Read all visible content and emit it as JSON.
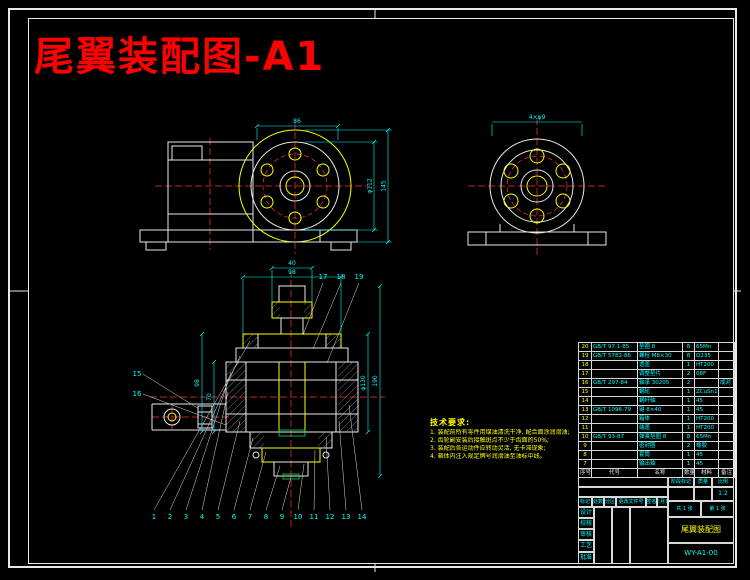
{
  "meta": {
    "title": "尾翼装配图-A1"
  },
  "colors": {
    "background": "#000000",
    "line_white": "#e8e8e8",
    "line_yellow": "#ffff00",
    "line_cyan": "#00ffff",
    "line_red": "#ff3333",
    "line_green": "#00e050",
    "title_red": "#ff0000"
  },
  "tech": {
    "heading": "技术要求:",
    "items": [
      "1. 装配前所有零件用煤油清洗干净, 配合面涂润滑油;",
      "2. 齿轮副安装后接触斑点不少于齿面的50%;",
      "3. 装配后各运动件应转动灵活, 无卡滞现象;",
      "4. 箱体内注入规定牌号润滑油至油标中线。"
    ]
  },
  "dims": {
    "front_right_inner": "φ112",
    "front_right_outer": "145",
    "front_top": "86",
    "side_top": "4×φ9",
    "sec_top_outer": "98",
    "sec_top_inner": "40",
    "sec_left_outer": "98",
    "sec_left_inner": "70",
    "sec_right_inner": "φ130",
    "sec_right_outer": "190"
  },
  "callouts": {
    "bottom": [
      "1",
      "2",
      "3",
      "4",
      "5",
      "6",
      "7",
      "8",
      "9",
      "10",
      "11",
      "12",
      "13",
      "14"
    ],
    "left": [
      "15",
      "16"
    ],
    "top": [
      "17",
      "18",
      "19"
    ]
  },
  "bom": {
    "headers": [
      "序号",
      "代号",
      "名称",
      "数量",
      "材料",
      "备注"
    ],
    "rows": [
      [
        "20",
        "GB/T 97.1-85",
        "垫圈 8",
        "8",
        "65Mn",
        ""
      ],
      [
        "19",
        "GB/T 5782-86",
        "螺栓 M8×30",
        "8",
        "Q235",
        ""
      ],
      [
        "18",
        "",
        "透盖",
        "1",
        "HT200",
        ""
      ],
      [
        "17",
        "",
        "调整垫片",
        "2",
        "08F",
        ""
      ],
      [
        "16",
        "GB/T 297-84",
        "轴承 30205",
        "2",
        "",
        "成对"
      ],
      [
        "15",
        "",
        "蜗轮",
        "1",
        "ZCuSn10P1",
        ""
      ],
      [
        "14",
        "",
        "蜗杆轴",
        "1",
        "45",
        ""
      ],
      [
        "13",
        "GB/T 1096-79",
        "键 8×40",
        "1",
        "45",
        ""
      ],
      [
        "12",
        "",
        "箱体",
        "1",
        "HT200",
        ""
      ],
      [
        "11",
        "",
        "端盖",
        "1",
        "HT200",
        ""
      ],
      [
        "10",
        "GB/T 93-87",
        "弹簧垫圈 8",
        "8",
        "65Mn",
        ""
      ],
      [
        "9",
        "",
        "密封圈",
        "2",
        "橡胶",
        ""
      ],
      [
        "8",
        "",
        "套筒",
        "1",
        "45",
        ""
      ],
      [
        "7",
        "",
        "输出轴",
        "1",
        "45",
        ""
      ]
    ]
  },
  "title_block": {
    "change_header": [
      "标记",
      "处数",
      "分区",
      "更改文件号",
      "签名",
      "年月日"
    ],
    "sign_labels": [
      "设计",
      "校核",
      "审核",
      "工艺",
      "批准"
    ],
    "stage_label": "阶段标记",
    "mass_label": "质量",
    "scale_label": "比例",
    "scale_value": "1:2",
    "sheet_total": "共 1 张",
    "sheet_no": "第 1 张",
    "drawing_name": "尾翼装配图",
    "drawing_no": "WY-A1-00"
  }
}
